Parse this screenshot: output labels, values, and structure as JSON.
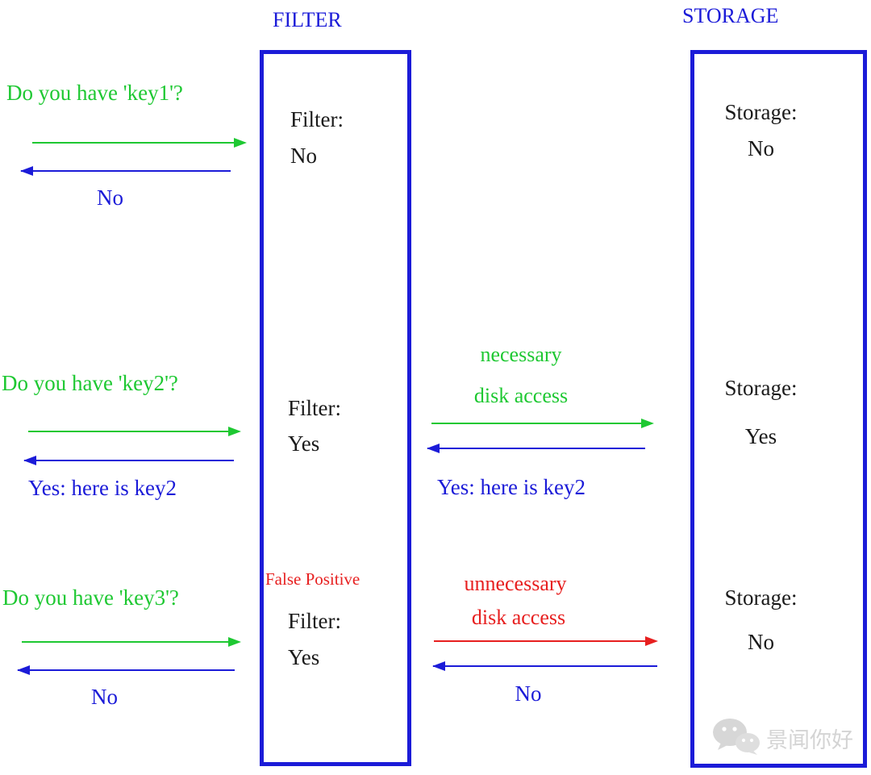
{
  "titles": {
    "filter": "FILTER",
    "storage": "STORAGE"
  },
  "colors": {
    "blue": "#1b1bd8",
    "green": "#1ec832",
    "red": "#e71f1f",
    "black": "#1a1a1a",
    "watermark": "#d4d4d4"
  },
  "client_lane": {
    "row1": {
      "question": "Do you have 'key1'?",
      "reply": "No"
    },
    "row2": {
      "question": "Do you have 'key2'?",
      "reply": "Yes: here is key2"
    },
    "row3": {
      "question": "Do you have 'key3'?",
      "reply": "No"
    }
  },
  "filter_box": {
    "row1": {
      "label": "Filter:",
      "value": "No"
    },
    "row2": {
      "label": "Filter:",
      "value": "Yes"
    },
    "row3": {
      "note": "False Positive",
      "label": "Filter:",
      "value": "Yes"
    }
  },
  "middle_lane": {
    "row2": {
      "caption_line1": "necessary",
      "caption_line2": "disk access",
      "reply": "Yes: here is key2"
    },
    "row3": {
      "caption_line1": "unnecessary",
      "caption_line2": "disk access",
      "reply": "No"
    }
  },
  "storage_box": {
    "row1": {
      "label": "Storage:",
      "value": "No"
    },
    "row2": {
      "label": "Storage:",
      "value": "Yes"
    },
    "row3": {
      "label": "Storage:",
      "value": "No"
    }
  },
  "watermark": {
    "text": "景闻你好"
  }
}
